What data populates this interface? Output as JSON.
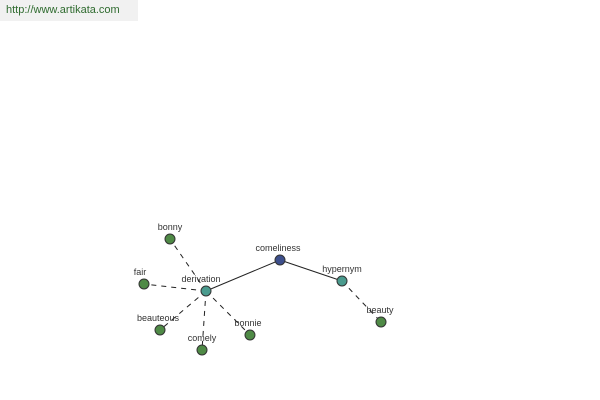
{
  "watermark": {
    "text": "http://www.artikata.com"
  },
  "colors": {
    "root": "#3d4f8c",
    "relation": "#4a9b8e",
    "word": "#4f8a46",
    "edge": "#222222"
  },
  "graph": {
    "nodes": [
      {
        "id": "comeliness",
        "label": "comeliness",
        "kind": "root"
      },
      {
        "id": "derivation",
        "label": "derivation",
        "kind": "relation"
      },
      {
        "id": "hypernym",
        "label": "hypernym",
        "kind": "relation"
      },
      {
        "id": "bonny",
        "label": "bonny",
        "kind": "word"
      },
      {
        "id": "fair",
        "label": "fair",
        "kind": "word"
      },
      {
        "id": "beauteous",
        "label": "beauteous",
        "kind": "word"
      },
      {
        "id": "comely",
        "label": "comely",
        "kind": "word"
      },
      {
        "id": "bonnie",
        "label": "bonnie",
        "kind": "word"
      },
      {
        "id": "beauty",
        "label": "beauty",
        "kind": "word"
      }
    ],
    "edges": [
      {
        "from": "comeliness",
        "to": "derivation",
        "style": "solid"
      },
      {
        "from": "comeliness",
        "to": "hypernym",
        "style": "solid"
      },
      {
        "from": "derivation",
        "to": "bonny",
        "style": "dashed"
      },
      {
        "from": "derivation",
        "to": "fair",
        "style": "dashed"
      },
      {
        "from": "derivation",
        "to": "beauteous",
        "style": "dashed"
      },
      {
        "from": "derivation",
        "to": "comely",
        "style": "dashed"
      },
      {
        "from": "derivation",
        "to": "bonnie",
        "style": "dashed"
      },
      {
        "from": "hypernym",
        "to": "beauty",
        "style": "dashed"
      }
    ]
  }
}
